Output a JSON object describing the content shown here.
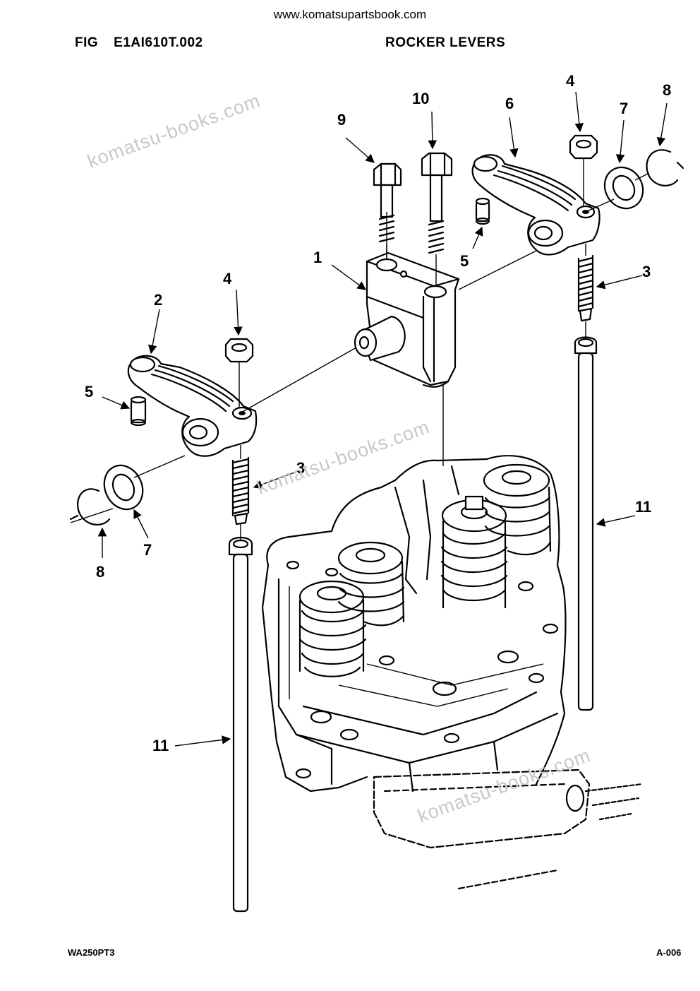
{
  "header": {
    "site_url": "www.komatsupartsbook.com",
    "fig_prefix": "FIG",
    "fig_code": "E1AI610T.002",
    "title": "ROCKER LEVERS"
  },
  "footer": {
    "model": "WA250PT3",
    "page": "A-006"
  },
  "watermark": {
    "text": "komatsu-books.com"
  },
  "callouts": {
    "c1": "1",
    "c2": "2",
    "c3a": "3",
    "c3b": "3",
    "c4a": "4",
    "c4b": "4",
    "c5a": "5",
    "c5b": "5",
    "c6": "6",
    "c7a": "7",
    "c7b": "7",
    "c8a": "8",
    "c8b": "8",
    "c9": "9",
    "c10": "10",
    "c11a": "11",
    "c11b": "11"
  }
}
